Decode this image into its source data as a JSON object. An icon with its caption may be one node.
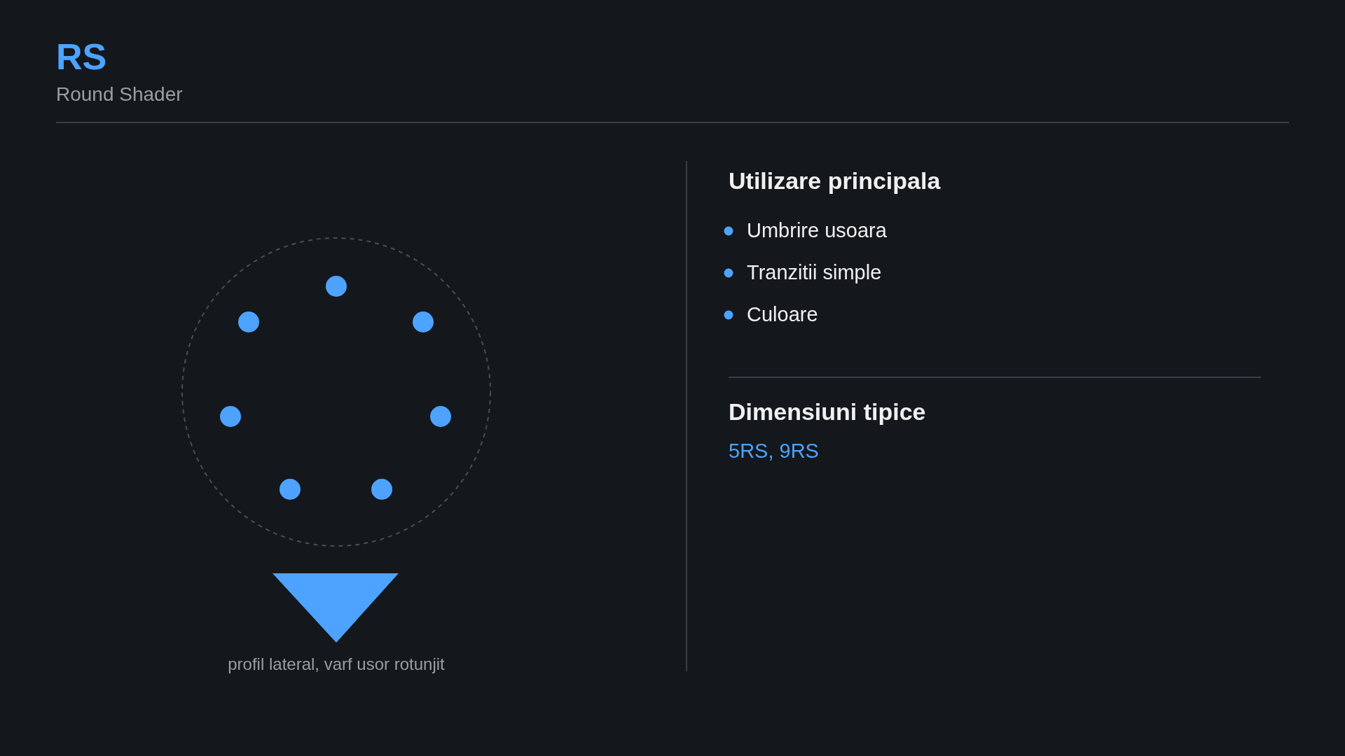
{
  "diagram": {
    "title": "RS",
    "labels": [
      "Round Shader",
      "profil lateral, varf usor rotunjit",
      "Utilizare principala",
      "Umbrire usoara",
      "Tranzitii simple",
      "Culoare",
      "Dimensiuni tipice",
      "5RS, 9RS"
    ]
  }
}
